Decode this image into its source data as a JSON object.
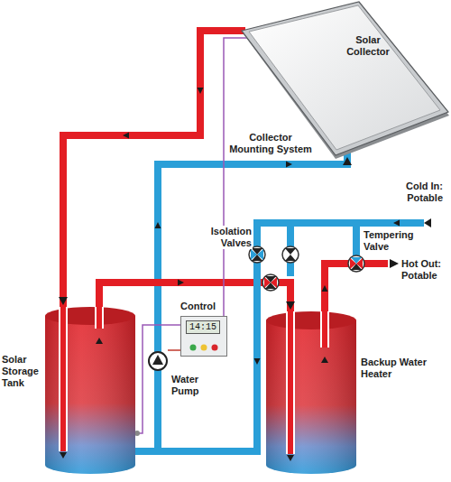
{
  "diagram": {
    "nodes": [
      {
        "text": [
          "Solar Collector"
        ]
      },
      {
        "text": [
          "Control",
          "14:15"
        ]
      },
      {
        "text": [
          "Solar Storage Tank"
        ]
      },
      {
        "text": [
          "Backup Water Heater"
        ]
      }
    ],
    "edges": [
      {
        "from": 0,
        "to": 2,
        "arrow": "to"
      },
      {
        "from": 2,
        "to": 0,
        "arrow": "to"
      },
      {
        "from": 2,
        "to": 3,
        "arrow": "to"
      },
      {
        "from": 1,
        "to": 0,
        "arrow": "none"
      },
      {
        "from": 1,
        "to": 2,
        "arrow": "none"
      }
    ],
    "labels": [
      "Collector Mounting System",
      "Cold In: Potable",
      "Isolation Valves",
      "Tempering Valve",
      "Hot Out: Potable",
      "Water Pump"
    ]
  }
}
